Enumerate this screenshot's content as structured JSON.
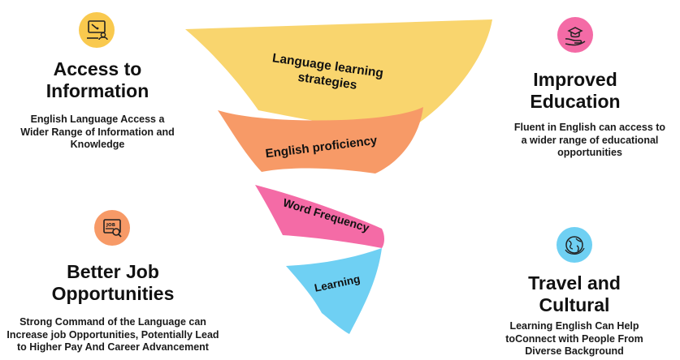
{
  "funnel": {
    "layers": [
      {
        "label_line1": "Language learning",
        "label_line2": "strategies",
        "color": "#F9D56E"
      },
      {
        "label": "English proficiency",
        "color": "#F79A67"
      },
      {
        "label": "Word Frequency",
        "color": "#F46BA6"
      },
      {
        "label": "Learning",
        "color": "#6FD0F3"
      }
    ]
  },
  "blocks": {
    "access": {
      "icon": "computer-user-icon",
      "icon_color": "#F9C94E",
      "title_line1": "Access to",
      "title_line2": "Information",
      "desc_line1": "English Language Access a",
      "desc_line2": "Wider Range of Information and",
      "desc_line3": "Knowledge"
    },
    "education": {
      "icon": "graduation-hand-icon",
      "icon_color": "#F46BA6",
      "title_line1": "Improved",
      "title_line2": "Education",
      "desc_line1": "Fluent in English can access to",
      "desc_line2": "a wider range of educational",
      "desc_line3": "opportunities"
    },
    "job": {
      "icon": "job-search-icon",
      "icon_color": "#F79A67",
      "title_line1": "Better Job",
      "title_line2": "Opportunities",
      "desc_line1": "Strong Command of the Language can",
      "desc_line2": "Increase job Opportunities, Potentially Lead",
      "desc_line3": "to Higher Pay And Career Advancement"
    },
    "travel": {
      "icon": "globe-icon",
      "icon_color": "#6FD0F3",
      "title_line1": "Travel and",
      "title_line2": "Cultural",
      "desc_line1": "Learning English Can Help",
      "desc_line2": "toConnect with People From",
      "desc_line3": "Diverse Background"
    }
  }
}
